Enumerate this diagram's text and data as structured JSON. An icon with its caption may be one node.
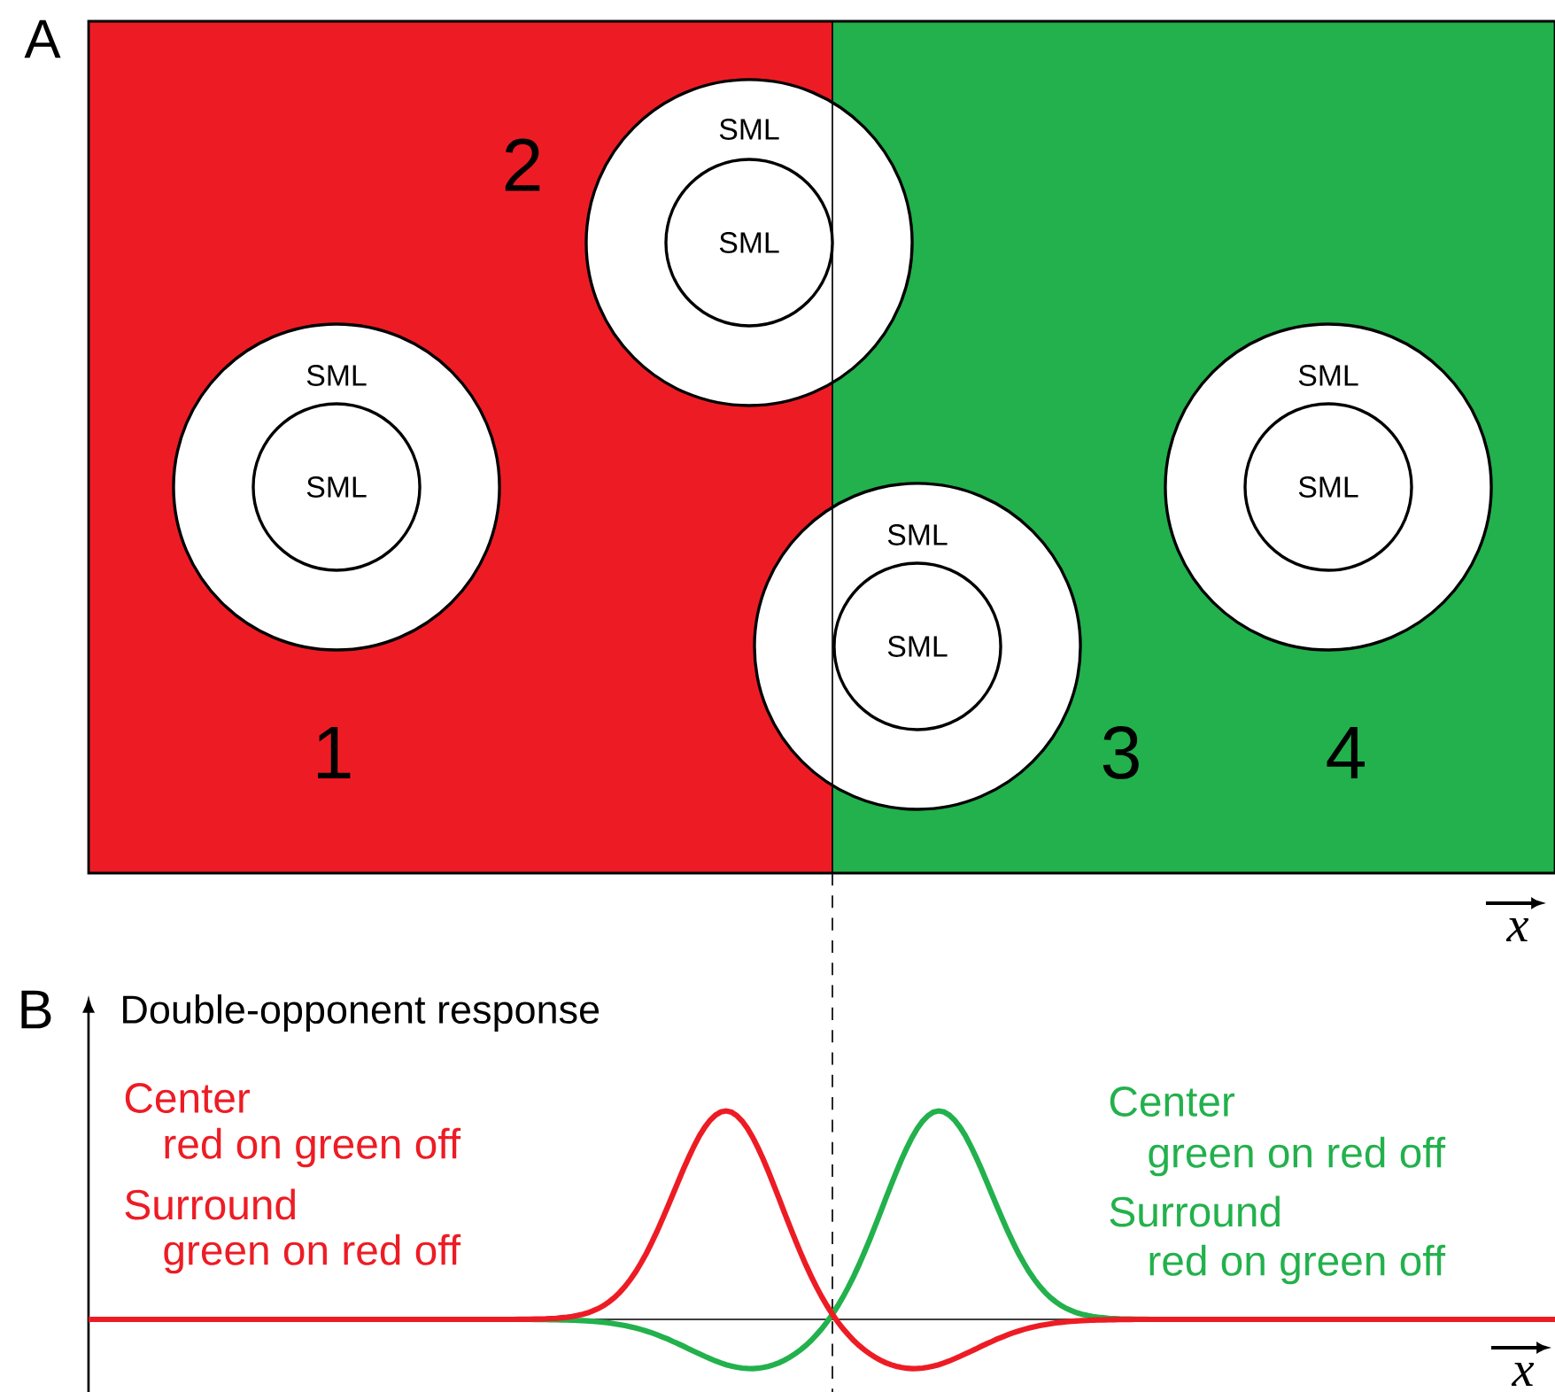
{
  "diagram": {
    "nodes": [
      {
        "text": [
          "SML"
        ],
        "beside": [
          "1"
        ]
      },
      {
        "text": [
          "SML"
        ],
        "in": 0
      },
      {
        "text": [
          "SML"
        ],
        "beside": [
          "2"
        ]
      },
      {
        "text": [
          "SML"
        ],
        "in": 2
      },
      {
        "text": [
          "SML"
        ],
        "beside": [
          "3"
        ]
      },
      {
        "text": [
          "SML"
        ],
        "in": 4
      },
      {
        "text": [
          "SML"
        ],
        "beside": [
          "4"
        ]
      },
      {
        "text": [
          "SML"
        ],
        "in": 6
      }
    ],
    "labels": [
      "A",
      "x",
      "B",
      "Double-opponent response",
      "Center",
      "red on green off",
      "Surround",
      "green on red off",
      "Center",
      "green on red off",
      "Surround",
      "red on green off",
      "x"
    ]
  }
}
